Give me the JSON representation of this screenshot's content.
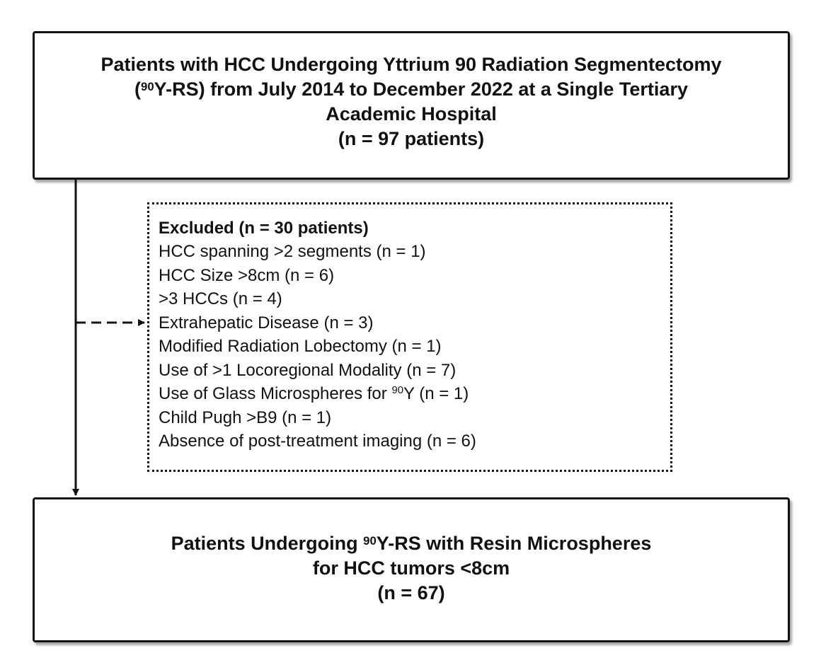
{
  "top_box": {
    "line1": "Patients with HCC Undergoing Yttrium 90 Radiation Segmentectomy",
    "line2_pre": "(",
    "line2_sup": "90",
    "line2_post": "Y-RS) from July 2014 to December 2022 at a Single Tertiary",
    "line3": "Academic Hospital",
    "line4": "(n = 97 patients)"
  },
  "excluded_box": {
    "title": "Excluded (n = 30 patients)",
    "items": [
      "HCC spanning >2 segments (n = 1)",
      "HCC Size >8cm (n = 6)",
      ">3 HCCs (n = 4)",
      "Extrahepatic Disease (n = 3)",
      "Modified Radiation Lobectomy (n = 1)",
      "Use of >1 Locoregional Modality (n = 7)"
    ],
    "item_glass_pre": "Use of Glass Microspheres for ",
    "item_glass_sup": "90",
    "item_glass_post": "Y (n = 1)",
    "items_after": [
      "Child Pugh >B9 (n = 1)",
      "Absence of post-treatment imaging (n = 6)"
    ]
  },
  "bottom_box": {
    "line1_pre": "Patients Undergoing ",
    "line1_sup": "90",
    "line1_post": "Y-RS with Resin Microspheres",
    "line2": "for HCC tumors <8cm",
    "line3": "(n = 67)"
  }
}
